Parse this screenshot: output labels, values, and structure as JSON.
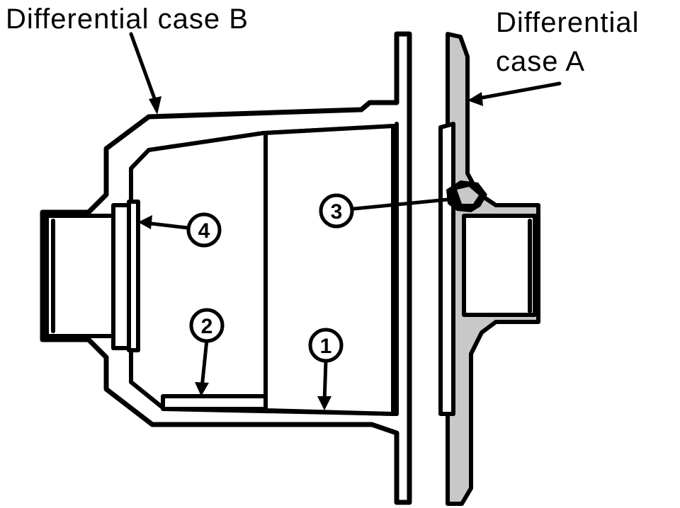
{
  "labels": {
    "case_b": "Differential case B",
    "case_a_line1": "Differential",
    "case_a_line2": "case A"
  },
  "callouts": {
    "one": "1",
    "two": "2",
    "three": "3",
    "four": "4"
  },
  "colors": {
    "line": "#000000",
    "background": "#ffffff",
    "shading": "#c8c8c8"
  }
}
